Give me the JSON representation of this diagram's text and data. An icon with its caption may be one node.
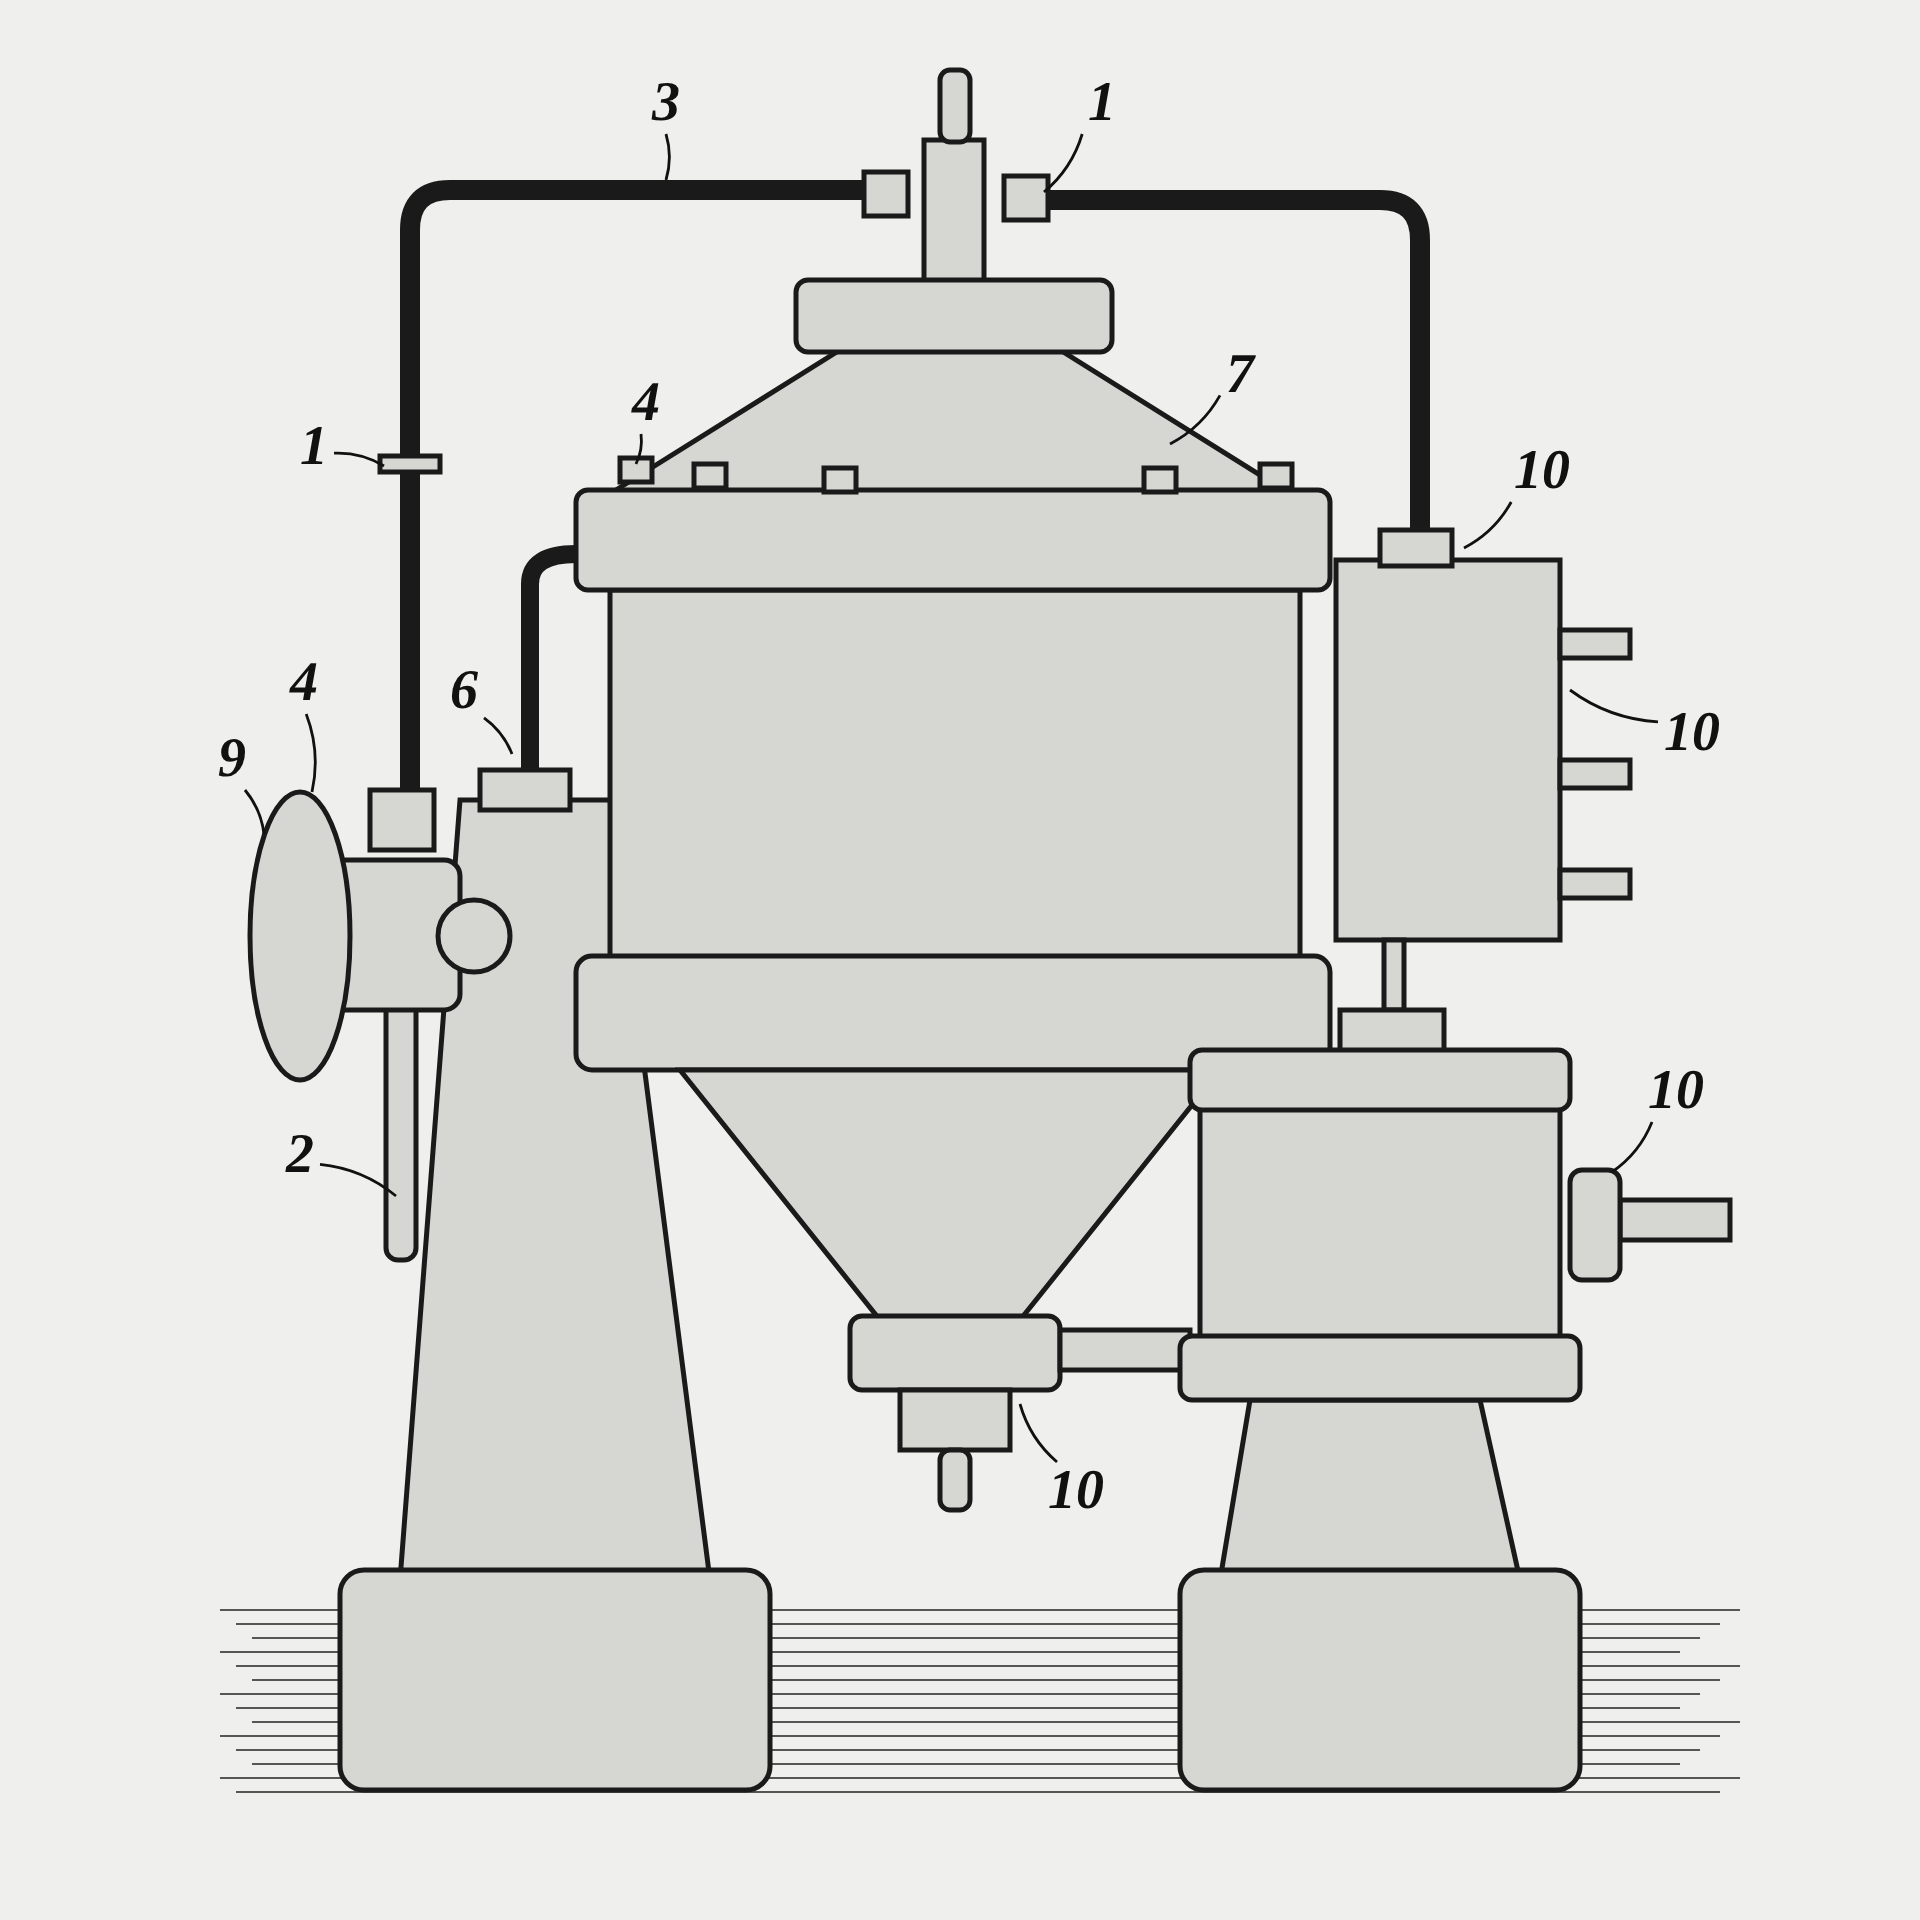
{
  "diagram": {
    "nodes": [
      {
        "text": [
          "3"
        ]
      },
      {
        "text": [
          "1"
        ]
      },
      {
        "text": [
          "7"
        ]
      },
      {
        "text": [
          "4"
        ]
      },
      {
        "text": [
          "1"
        ]
      },
      {
        "text": [
          "10"
        ]
      },
      {
        "text": [
          "4"
        ]
      },
      {
        "text": [
          "6"
        ]
      },
      {
        "text": [
          "10"
        ]
      },
      {
        "text": [
          "9"
        ]
      },
      {
        "text": [
          "10"
        ]
      },
      {
        "text": [
          "2"
        ]
      },
      {
        "text": [
          "10"
        ]
      }
    ],
    "edges": [
      {
        "from": 0,
        "to": null,
        "arrow": "none"
      },
      {
        "from": 1,
        "to": null,
        "arrow": "none"
      },
      {
        "from": 2,
        "to": null,
        "arrow": "none"
      },
      {
        "from": 3,
        "to": null,
        "arrow": "none"
      },
      {
        "from": 4,
        "to": null,
        "arrow": "none"
      },
      {
        "from": 5,
        "to": null,
        "arrow": "none"
      },
      {
        "from": 6,
        "to": null,
        "arrow": "none"
      },
      {
        "from": 7,
        "to": null,
        "arrow": "none"
      },
      {
        "from": 8,
        "to": null,
        "arrow": "none"
      },
      {
        "from": 9,
        "to": null,
        "arrow": "none"
      },
      {
        "from": 10,
        "to": null,
        "arrow": "none"
      },
      {
        "from": 11,
        "to": null,
        "arrow": "none"
      },
      {
        "from": 12,
        "to": null,
        "arrow": "none"
      }
    ]
  }
}
